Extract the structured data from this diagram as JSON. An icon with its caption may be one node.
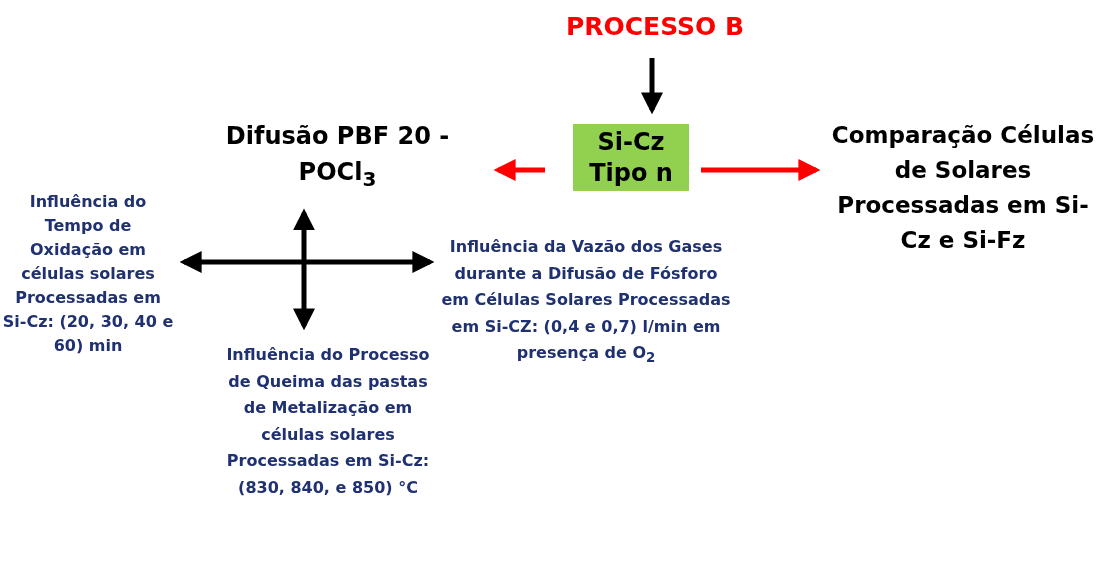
{
  "diagram": {
    "nodes": [
      {
        "text": [
          "PROCESSO B"
        ]
      },
      {
        "text": [
          "Difusão PBF 20 - POCl$_{3}$"
        ]
      },
      {
        "text": [
          "Si-Cz Tipo n"
        ]
      },
      {
        "text": [
          "Comparação Células de Solares Processadas em Si-Cz e Si-Fz"
        ]
      },
      {
        "text": [
          "Influência do Tempo de Oxidação em células solares Processadas em Si-Cz: (20, 30, 40 e 60) min"
        ]
      },
      {
        "text": [
          "Influência do Processo de Queima das pastas de Metalização em células solares Processadas em Si-Cz: (830, 840, e 850) °C"
        ]
      },
      {
        "text": [
          "Influência da Vazão dos Gases durante a Difusão de Fósforo em Células Solares Processadas em Si-CZ: (0,4 e 0,7) l/min em presença de O$_{2}$"
        ]
      }
    ],
    "edges": [
      {
        "from": 0,
        "to": 2,
        "arrow": "to"
      },
      {
        "from": 2,
        "to": 1,
        "arrow": "to",
        "color": "#ff0000"
      },
      {
        "from": 2,
        "to": 3,
        "arrow": "to",
        "color": "#ff0000"
      },
      {
        "from": 4,
        "to": 6,
        "arrow": "both"
      },
      {
        "from": 1,
        "to": 5,
        "arrow": "both"
      }
    ]
  }
}
